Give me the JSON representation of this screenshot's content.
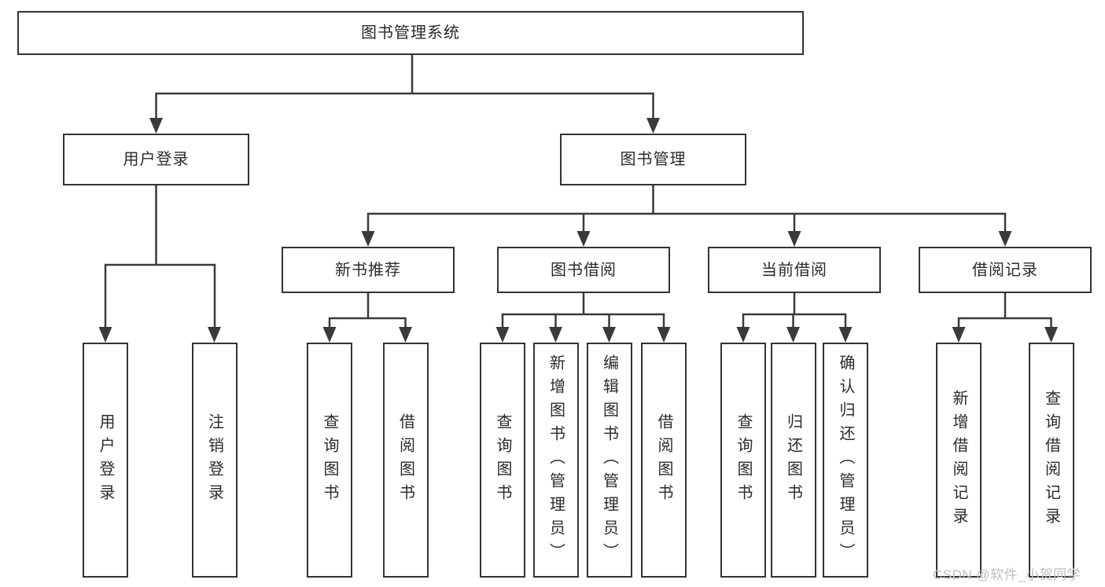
{
  "diagram": {
    "root": {
      "label": "图书管理系统"
    },
    "level2": {
      "user_login": {
        "label": "用户登录"
      },
      "book_management": {
        "label": "图书管理"
      }
    },
    "level3": {
      "new_book_recommend": {
        "label": "新书推荐"
      },
      "book_borrowing": {
        "label": "图书借阅"
      },
      "current_borrowing": {
        "label": "当前借阅"
      },
      "borrowing_records": {
        "label": "借阅记录"
      }
    },
    "leaves": {
      "user_login": {
        "label": "用户登录"
      },
      "logout": {
        "label": "注销登录"
      },
      "query_books_1": {
        "label": "查询图书"
      },
      "borrow_books_1": {
        "label": "借阅图书"
      },
      "query_books_2": {
        "label": "查询图书"
      },
      "add_book_admin": {
        "label": "新增图书（管理员）"
      },
      "edit_book_admin": {
        "label": "编辑图书（管理员）"
      },
      "borrow_books_2": {
        "label": "借阅图书"
      },
      "query_books_3": {
        "label": "查询图书"
      },
      "return_book": {
        "label": "归还图书"
      },
      "confirm_return_admin": {
        "label": "确认归还（管理员）"
      },
      "add_borrow_record": {
        "label": "新增借阅记录"
      },
      "query_borrow_record": {
        "label": "查询借阅记录"
      }
    },
    "hierarchy": {
      "图书管理系统": {
        "用户登录": [
          "用户登录",
          "注销登录"
        ],
        "图书管理": {
          "新书推荐": [
            "查询图书",
            "借阅图书"
          ],
          "图书借阅": [
            "查询图书",
            "新增图书（管理员）",
            "编辑图书（管理员）",
            "借阅图书"
          ],
          "当前借阅": [
            "查询图书",
            "归还图书",
            "确认归还（管理员）"
          ],
          "借阅记录": [
            "新增借阅记录",
            "查询借阅记录"
          ]
        }
      }
    },
    "watermark": {
      "text": "CSDN @软件_小贺同学"
    },
    "colors": {
      "line": "#3a3a3a",
      "box_border": "#333333",
      "text": "#2b2b2b",
      "watermark": "#c0c0c0",
      "background": "#ffffff"
    }
  }
}
